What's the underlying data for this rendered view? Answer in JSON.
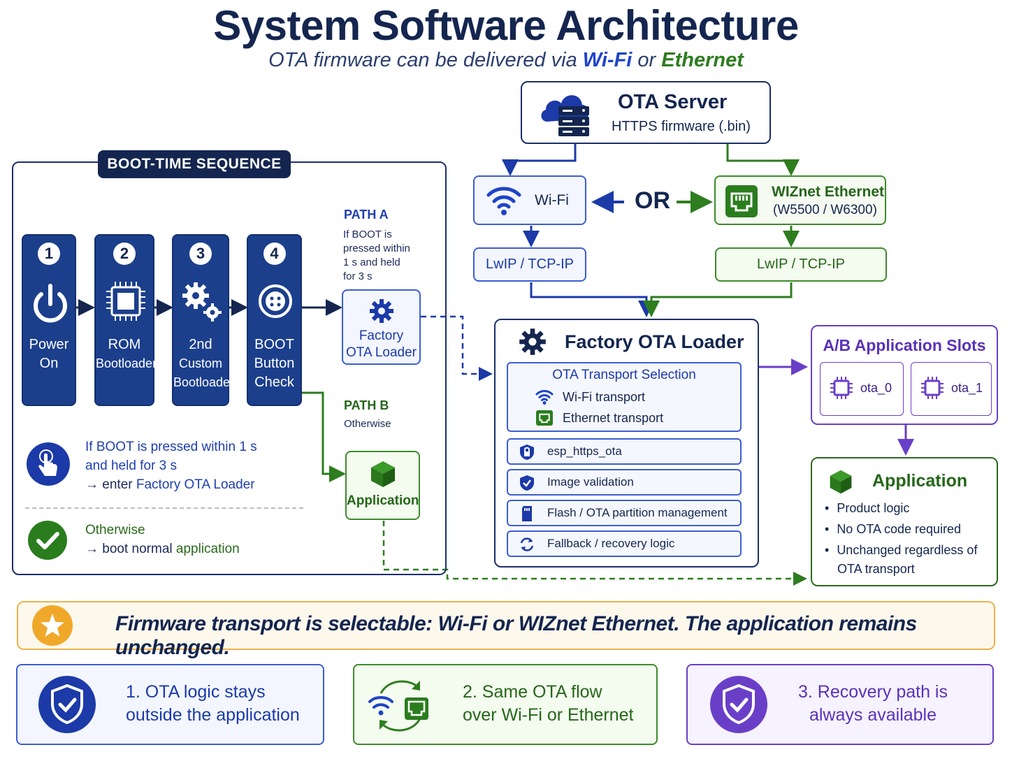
{
  "header": {
    "title": "System Software Architecture",
    "subtitle_prefix": "OTA firmware can be delivered via ",
    "subtitle_wifi": "Wi-Fi",
    "subtitle_or": " or ",
    "subtitle_eth": "Ethernet"
  },
  "boot": {
    "label": "BOOT-TIME SEQUENCE",
    "steps": [
      {
        "num": "1",
        "line1": "Power",
        "line2": "On",
        "line3": "",
        "icon": "power-icon"
      },
      {
        "num": "2",
        "line1": "ROM",
        "line2": "Bootloader",
        "line3": "",
        "icon": "chip-icon"
      },
      {
        "num": "3",
        "line1": "2nd",
        "line2": "Custom",
        "line3": "Bootloader",
        "icon": "gears-icon"
      },
      {
        "num": "4",
        "line1": "BOOT",
        "line2": "Button",
        "line3": "Check",
        "icon": "button-icon"
      }
    ],
    "path_a": {
      "title": "PATH A",
      "l1": "If BOOT is",
      "l2": "pressed within",
      "l3": "1 s and held",
      "l4": "for 3 s"
    },
    "factory_box": {
      "l1": "Factory",
      "l2": "OTA Loader"
    },
    "path_b": {
      "title": "PATH B",
      "text": "Otherwise"
    },
    "app_box": "Application",
    "note1": {
      "l1": "If BOOT is pressed within 1 s",
      "l2": "and held for 3 s",
      "l3_prefix": "→ enter ",
      "l3_hl": "Factory OTA Loader"
    },
    "note2": {
      "l1": "Otherwise",
      "l2_prefix": "→ boot normal ",
      "l2_hl": "application"
    }
  },
  "ota_server": {
    "title": "OTA Server",
    "sub": "HTTPS firmware (.bin)"
  },
  "wifi": {
    "label": "Wi-Fi",
    "stack": "LwIP / TCP-IP"
  },
  "or_label": "OR",
  "ethernet": {
    "l1": "WIZnet Ethernet",
    "l2": "(W5500 / W6300)",
    "stack": "LwIP / TCP-IP"
  },
  "loader": {
    "title": "Factory OTA Loader",
    "transport_title": "OTA Transport Selection",
    "transport_wifi": "Wi-Fi transport",
    "transport_eth": "Ethernet transport",
    "rows": [
      "esp_https_ota",
      "Image validation",
      "Flash / OTA partition management",
      "Fallback / recovery logic"
    ]
  },
  "slots": {
    "title": "A/B Application Slots",
    "a": "ota_0",
    "b": "ota_1"
  },
  "application": {
    "title": "Application",
    "bullets": [
      "Product logic",
      "No OTA code required",
      "Unchanged regardless of",
      "OTA transport"
    ]
  },
  "banner": "Firmware transport is selectable: Wi-Fi or WIZnet Ethernet. The application remains unchanged.",
  "footer": [
    {
      "l1": "1. OTA logic stays",
      "l2": "outside the application"
    },
    {
      "l1": "2. Same OTA flow",
      "l2": "over Wi-Fi or Ethernet"
    },
    {
      "l1": "3. Recovery path is",
      "l2": "always available"
    }
  ],
  "colors": {
    "navy": "#14264f",
    "blue": "#1f44c8",
    "green": "#2e7d1f",
    "purple": "#6a3fc8",
    "amber": "#f0a82a"
  }
}
